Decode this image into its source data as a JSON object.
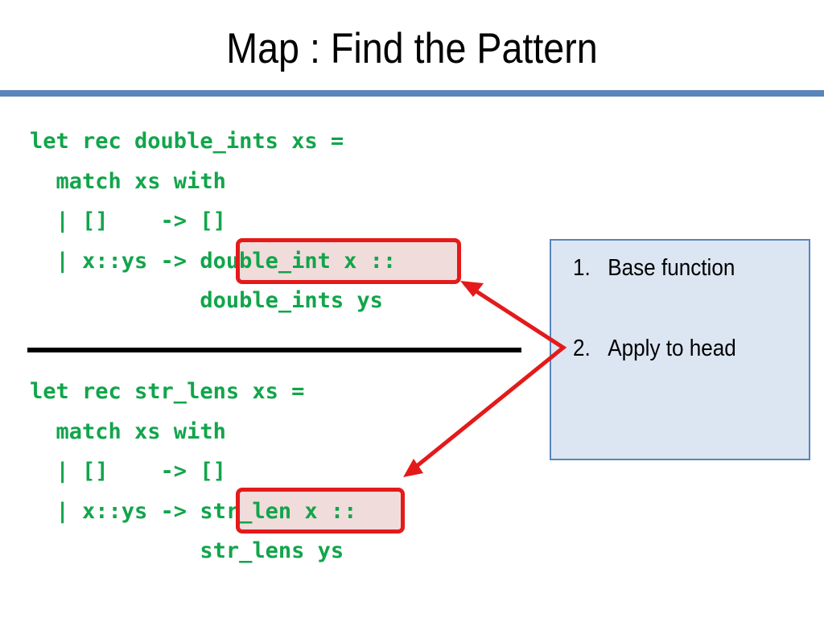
{
  "slide": {
    "title": "Map : Find the Pattern"
  },
  "code_block_1": {
    "lines": [
      "let rec double_ints xs =",
      "  match xs with",
      "  | []    -> []",
      "  | x::ys -> double_int x ::",
      "             double_ints ys"
    ]
  },
  "code_block_2": {
    "lines": [
      "let rec str_lens xs =",
      "  match xs with",
      "  | []    -> []",
      "  | x::ys -> str_len x ::",
      "             str_lens ys"
    ]
  },
  "callout": {
    "items": [
      {
        "number": "1.",
        "label": "Base function"
      },
      {
        "number": "2.",
        "label": "Apply to head"
      }
    ]
  },
  "colors": {
    "code_text": "#11a54a",
    "highlight_border": "#e41a1a",
    "highlight_fill": "#f1dcdc",
    "title_rule": "#5a84bc",
    "callout_fill": "#dce6f2",
    "callout_border": "#5a84bc",
    "arrow": "#e41a1a"
  }
}
